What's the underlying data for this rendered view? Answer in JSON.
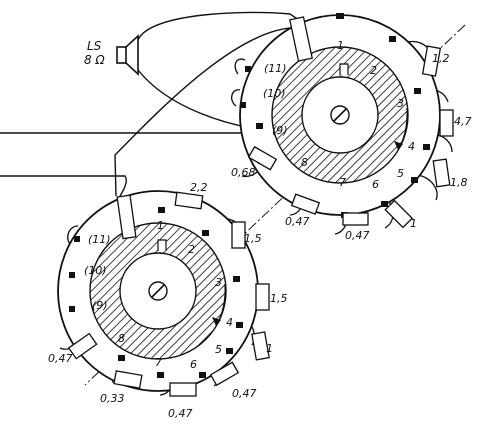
{
  "speaker": {
    "label_line1": "LS",
    "label_line2": "8 Ω"
  },
  "upper_switch": {
    "contacts": [
      "1",
      "2",
      "3",
      "4",
      "5",
      "6",
      "7",
      "8"
    ],
    "parenthetical_contacts": [
      "(11)",
      "(10)",
      "(9)"
    ],
    "resistor_values": [
      "1,2",
      "4,7",
      "1,8",
      "1",
      "0,47",
      "0,47",
      "0,68"
    ]
  },
  "lower_switch": {
    "contacts": [
      "1",
      "2",
      "3",
      "4",
      "5",
      "6",
      "7",
      "8"
    ],
    "parenthetical_contacts": [
      "(11)",
      "(10)",
      "(9)"
    ],
    "resistor_values": [
      "2,2",
      "1,5",
      "1,5",
      "1",
      "0,47",
      "0,47",
      "0,33",
      "0,47"
    ]
  }
}
